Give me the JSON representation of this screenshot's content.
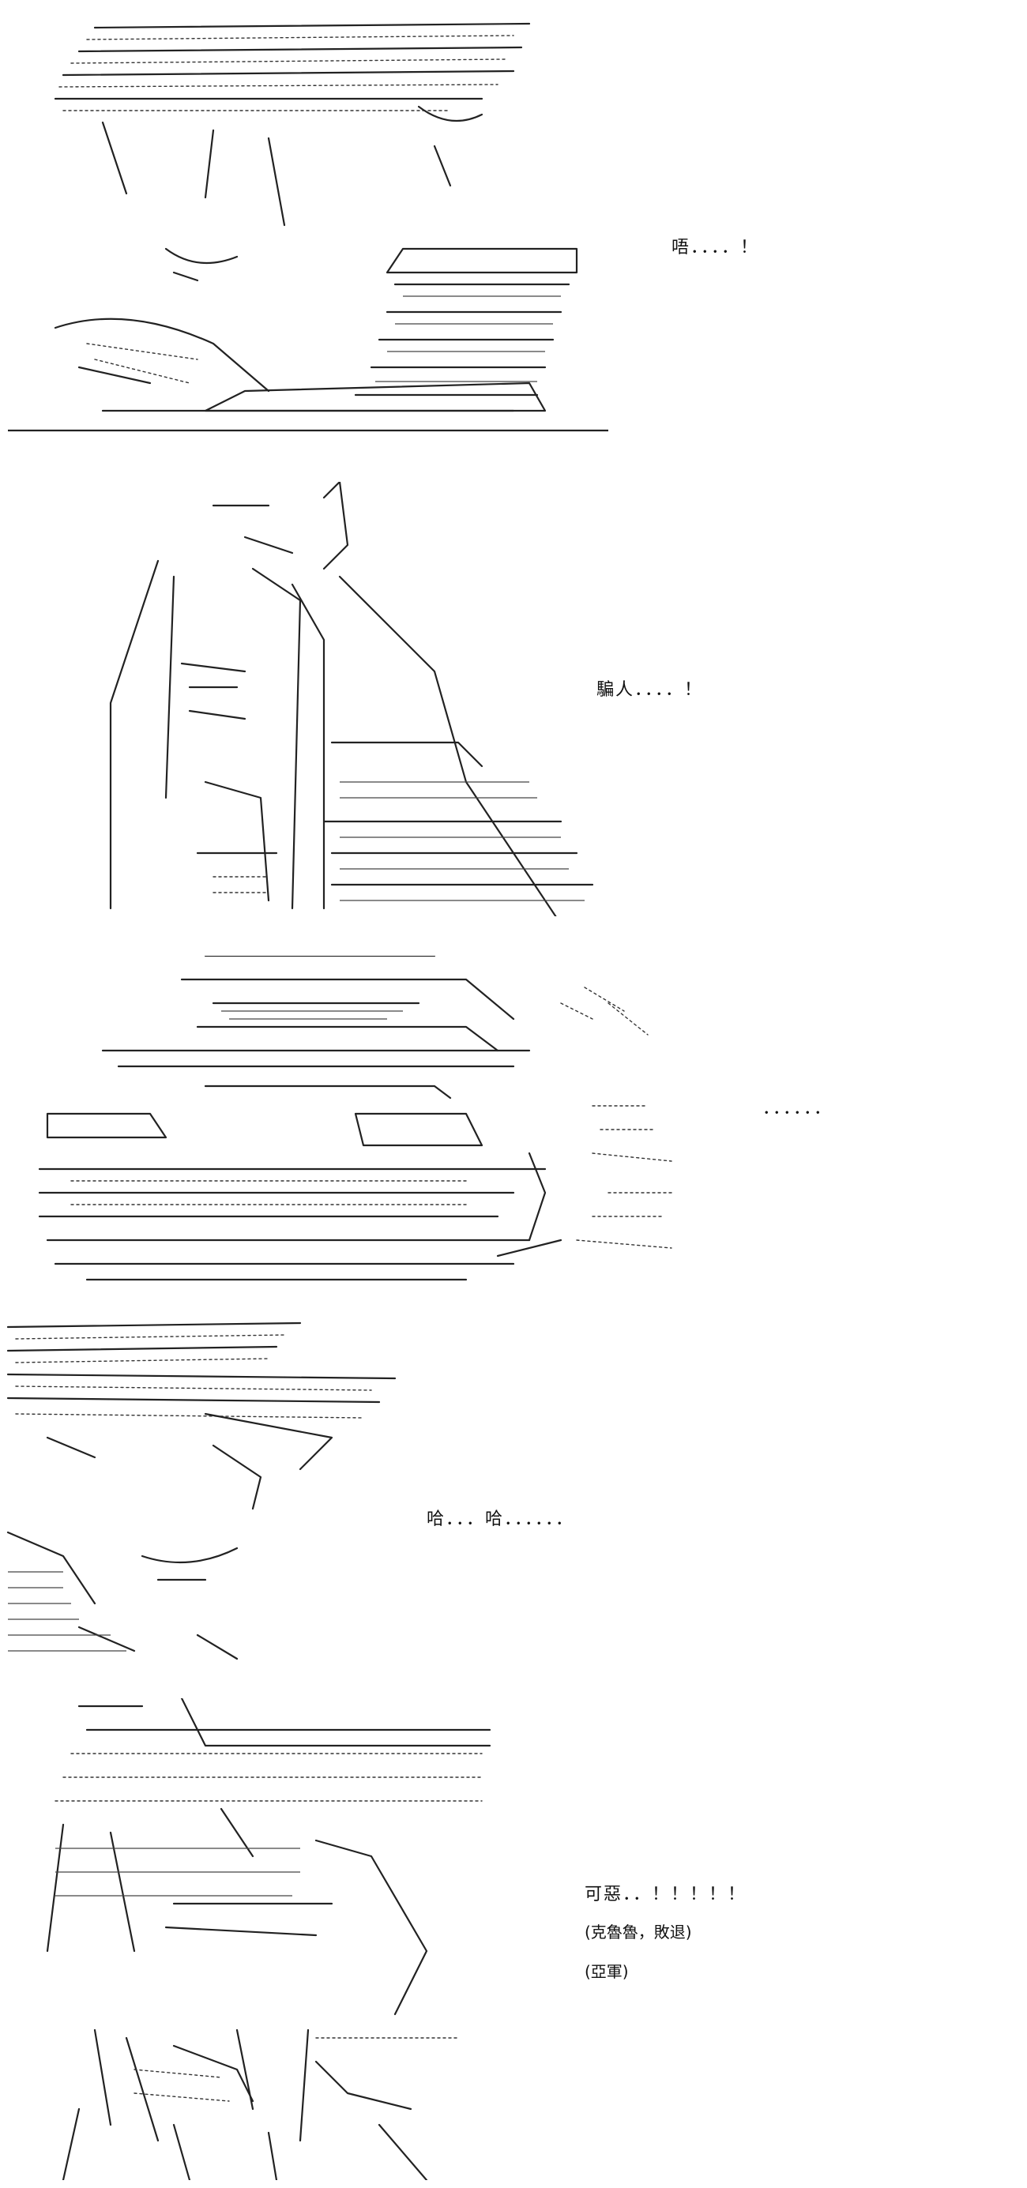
{
  "panels": [
    {
      "id": "panel-1",
      "dialogue": "唔．．．．！"
    },
    {
      "id": "panel-2",
      "dialogue": "騙人．．．．！"
    },
    {
      "id": "panel-3",
      "dialogue": "．．．．．．"
    },
    {
      "id": "panel-4",
      "dialogue": "哈．．．哈．．．．．．"
    },
    {
      "id": "panel-5",
      "dialogue": "可惡．．！！！！！",
      "notes": [
        "(克魯魯，敗退)",
        "(亞軍)"
      ]
    }
  ]
}
